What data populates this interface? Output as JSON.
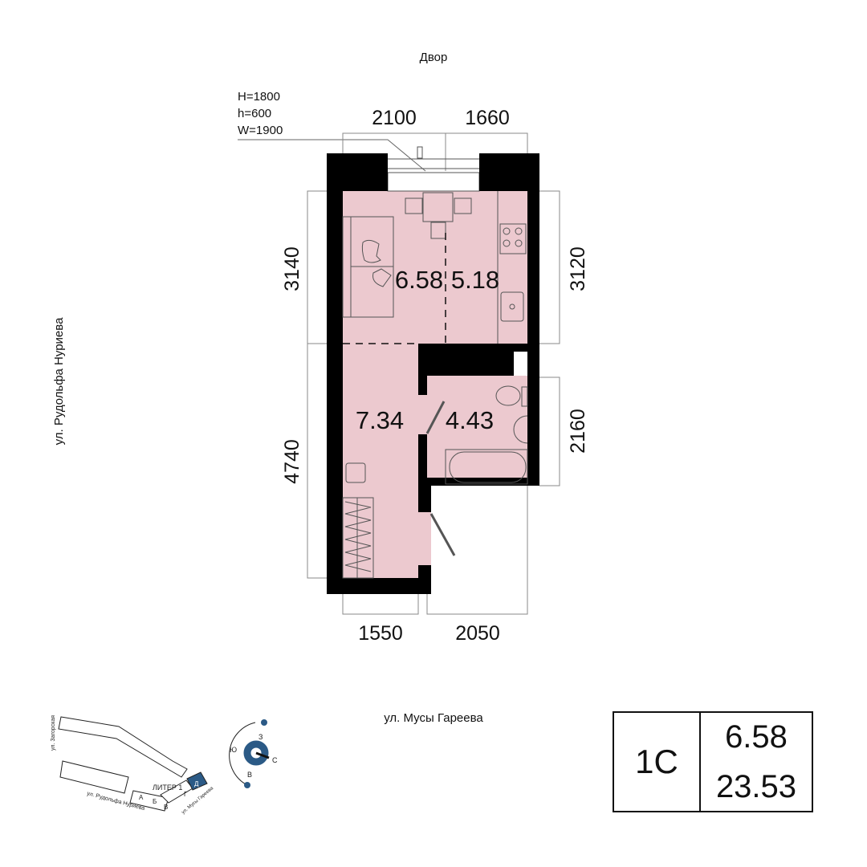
{
  "labels": {
    "yard": "Двор",
    "street_bottom": "ул. Мусы Гареева",
    "street_left": "ул. Рудольфа Нуриева"
  },
  "window_spec": {
    "H": "H=1800",
    "h": "h=600",
    "W": "W=1900"
  },
  "dimensions": {
    "top_left": "2100",
    "top_right": "1660",
    "left_top": "3140",
    "left_bottom": "4740",
    "right_top": "3120",
    "right_bottom": "2160",
    "bottom_left": "1550",
    "bottom_right": "2050"
  },
  "rooms": {
    "living": "6.58",
    "kitchen": "5.18",
    "hall": "7.34",
    "bathroom": "4.43"
  },
  "info": {
    "type": "1С",
    "living_area": "6.58",
    "total_area": "23.53"
  },
  "site_plan": {
    "street_1": "ул. Загорская",
    "street_2": "ул. Рудольфа Нуриева",
    "street_3": "ул. Мусы Гареева",
    "liter": "ЛИТЕР 1",
    "sections": [
      "А",
      "Б",
      "В",
      "Г",
      "Д"
    ],
    "compass": {
      "north": "С",
      "south": "Ю",
      "west": "З",
      "east": "В"
    }
  },
  "colors": {
    "room_fill": "#ecc9cf",
    "wall": "#000000",
    "accent": "#2b5a86"
  }
}
